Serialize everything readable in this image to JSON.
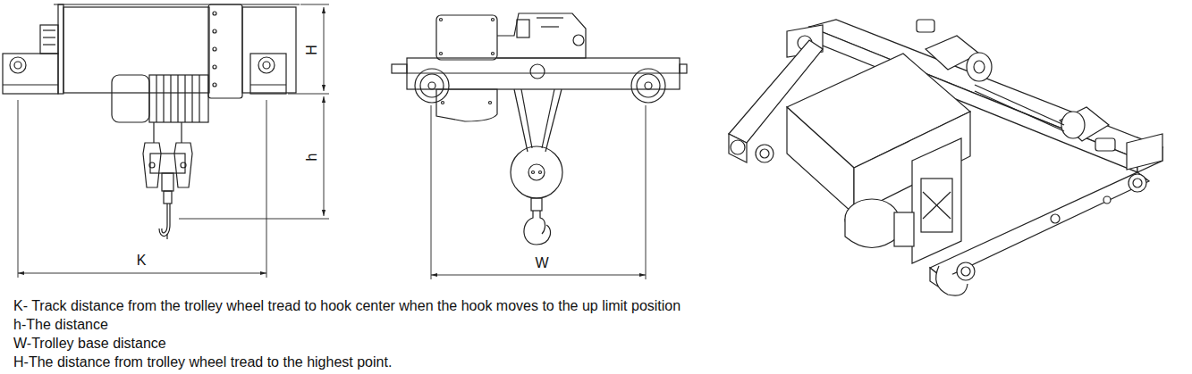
{
  "diagram": {
    "labels": [
      "H",
      "h",
      "K",
      "W",
      "K- Track distance from the trolley wheel tread to hook center when the hook moves to the up limit position",
      "h-The distance",
      "W-Trolley base distance",
      "H-The distance from trolley wheel tread to the highest point."
    ]
  }
}
